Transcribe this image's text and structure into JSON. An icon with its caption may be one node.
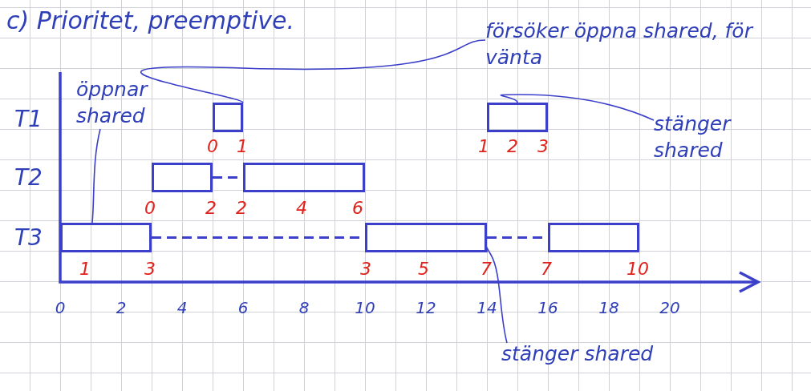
{
  "diagram": {
    "title": "c) Prioritet, preemptive.",
    "nodes": [
      {
        "text": [
          "öppnar shared"
        ]
      },
      {
        "text": [
          "försöker öppna shared, för vänta"
        ]
      },
      {
        "text": [
          "stänger shared"
        ]
      },
      {
        "text": [
          "stänger shared"
        ]
      },
      {
        "text": [],
        "shape": "bar"
      },
      {
        "text": [],
        "shape": "bar"
      },
      {
        "text": [],
        "shape": "bar"
      },
      {
        "text": [],
        "shape": "bar"
      },
      {
        "text": [],
        "shape": "bar"
      },
      {
        "text": [],
        "shape": "bar"
      },
      {
        "text": [],
        "shape": "bar"
      }
    ],
    "edges": [
      {
        "from": 0,
        "to": 8,
        "arrow": "none"
      },
      {
        "from": 1,
        "to": 4,
        "arrow": "none"
      },
      {
        "from": 2,
        "to": 5,
        "arrow": "none"
      },
      {
        "from": 3,
        "to": 9,
        "arrow": "none"
      },
      {
        "from": 6,
        "to": 7,
        "arrow": "none",
        "style": "dashed"
      },
      {
        "from": 8,
        "to": 9,
        "arrow": "none",
        "style": "dashed"
      },
      {
        "from": 9,
        "to": 10,
        "arrow": "none",
        "style": "dashed"
      }
    ],
    "labels": [
      "T1",
      "0",
      "1",
      "1",
      "2",
      "3",
      "T2",
      "0",
      "2",
      "2",
      "4",
      "6",
      "T3",
      "1",
      "3",
      "3",
      "5",
      "7",
      "7",
      "10",
      "0",
      "2",
      "4",
      "6",
      "8",
      "10",
      "12",
      "14",
      "16",
      "18",
      "20"
    ]
  }
}
